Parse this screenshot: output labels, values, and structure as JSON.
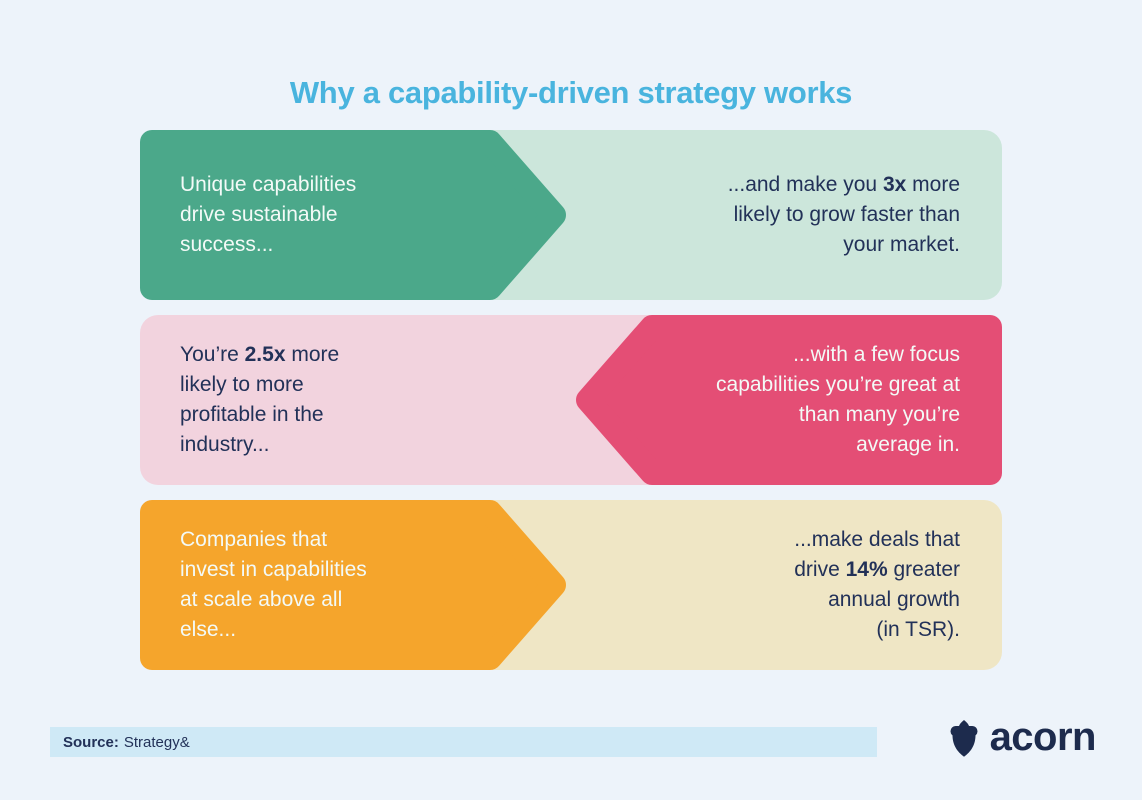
{
  "title": "Why a capability-driven strategy works",
  "colors": {
    "background": "#edf3fa",
    "title": "#49b4de",
    "navy": "#223158",
    "white_text": "#f3faf7",
    "source_bar": "#cfe9f6",
    "logo": "#1d2b4d"
  },
  "rows": [
    {
      "id": "capabilities",
      "arrow_side": "left",
      "arrow_direction": "right",
      "arrow_color": "#4ba88a",
      "panel_color": "#cce6db",
      "left": {
        "color": "white",
        "lines": [
          [
            {
              "t": "Unique capabilities"
            }
          ],
          [
            {
              "t": "drive sustainable"
            }
          ],
          [
            {
              "t": "success..."
            }
          ]
        ]
      },
      "right": {
        "color": "navy",
        "lines": [
          [
            {
              "t": "...and make you "
            },
            {
              "t": "3x",
              "b": true
            },
            {
              "t": " more"
            }
          ],
          [
            {
              "t": "likely to grow faster than"
            }
          ],
          [
            {
              "t": "your market."
            }
          ]
        ]
      }
    },
    {
      "id": "profitability",
      "arrow_side": "right",
      "arrow_direction": "left",
      "arrow_color": "#e44e75",
      "panel_color": "#f2d3de",
      "left": {
        "color": "navy",
        "lines": [
          [
            {
              "t": "You’re "
            },
            {
              "t": "2.5x",
              "b": true
            },
            {
              "t": " more"
            }
          ],
          [
            {
              "t": "likely to more"
            }
          ],
          [
            {
              "t": "profitable in the"
            }
          ],
          [
            {
              "t": "industry..."
            }
          ]
        ]
      },
      "right": {
        "color": "white",
        "lines": [
          [
            {
              "t": "...with a few focus"
            }
          ],
          [
            {
              "t": "capabilities you’re great at"
            }
          ],
          [
            {
              "t": "than many you’re"
            }
          ],
          [
            {
              "t": "average in."
            }
          ]
        ]
      }
    },
    {
      "id": "investment",
      "arrow_side": "left",
      "arrow_direction": "right",
      "arrow_color": "#f5a52c",
      "panel_color": "#efe6c5",
      "left": {
        "color": "white",
        "lines": [
          [
            {
              "t": "Companies that"
            }
          ],
          [
            {
              "t": "invest in capabilities"
            }
          ],
          [
            {
              "t": "at scale above all"
            }
          ],
          [
            {
              "t": "else..."
            }
          ]
        ]
      },
      "right": {
        "color": "navy",
        "lines": [
          [
            {
              "t": "...make deals that"
            }
          ],
          [
            {
              "t": "drive "
            },
            {
              "t": "14%",
              "b": true
            },
            {
              "t": " greater"
            }
          ],
          [
            {
              "t": "annual growth"
            }
          ],
          [
            {
              "t": "(in TSR)."
            }
          ]
        ]
      }
    }
  ],
  "source": {
    "label": "Source:",
    "text": "Strategy&"
  },
  "logo": {
    "text": "acorn"
  }
}
